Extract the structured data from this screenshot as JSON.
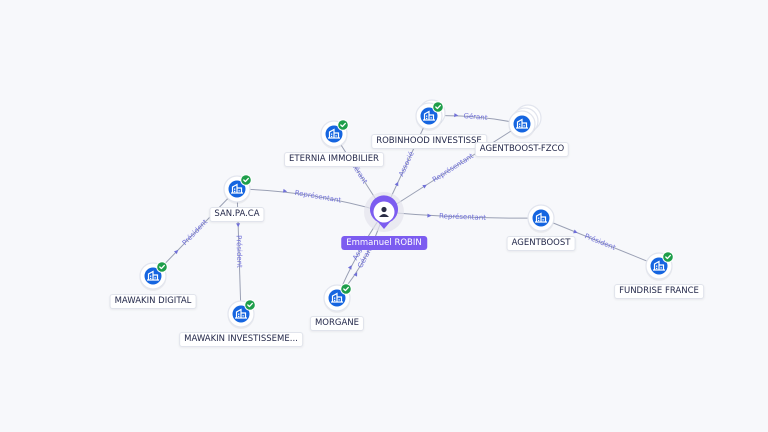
{
  "colors": {
    "company_node": "#1565e0",
    "person_node": "#7c5cf0",
    "verified_badge": "#1e9e4a",
    "edge_label": "#7070d8",
    "edge_line": "#9aa0b4",
    "background": "#f7f8fb"
  },
  "person": {
    "label": "Emmanuel ROBIN",
    "icon": "person-icon"
  },
  "companies": [
    {
      "id": "robinhood",
      "label": "ROBINHOOD INVESTISSE",
      "icon": "building-icon",
      "verified": true
    },
    {
      "id": "agentboost-fzco",
      "label": "AGENTBOOST-FZCO",
      "icon": "building-icon",
      "verified": false
    },
    {
      "id": "eternia",
      "label": "ETERNIA IMMOBILIER",
      "icon": "building-icon",
      "verified": true
    },
    {
      "id": "sanpaca",
      "label": "SAN.PA.CA",
      "icon": "building-icon",
      "verified": true
    },
    {
      "id": "agentboost",
      "label": "AGENTBOOST",
      "icon": "building-icon",
      "verified": false
    },
    {
      "id": "mawakin-digital",
      "label": "MAWAKIN DIGITAL",
      "icon": "building-icon",
      "verified": true
    },
    {
      "id": "mawakin-invest",
      "label": "MAWAKIN INVESTISSEME...",
      "icon": "building-icon",
      "verified": true
    },
    {
      "id": "morgane",
      "label": "MORGANE",
      "icon": "building-icon",
      "verified": true
    },
    {
      "id": "fundrise",
      "label": "FUNDRISE FRANCE",
      "icon": "building-icon",
      "verified": true
    }
  ],
  "relations": [
    {
      "from": "person",
      "to": "eternia",
      "label": "Gérant"
    },
    {
      "from": "person",
      "to": "robinhood",
      "label": "Associé"
    },
    {
      "from": "person",
      "to": "agentboost-fzco",
      "label": "Représentant"
    },
    {
      "from": "robinhood",
      "to": "agentboost-fzco",
      "label": "Gérant"
    },
    {
      "from": "person",
      "to": "sanpaca",
      "label": "Représentant"
    },
    {
      "from": "person",
      "to": "agentboost",
      "label": "Représentant"
    },
    {
      "from": "person",
      "to": "morgane",
      "label": "Associé"
    },
    {
      "from": "person",
      "to": "morgane",
      "label": "Gérant"
    },
    {
      "from": "sanpaca",
      "to": "mawakin-digital",
      "label": "Président"
    },
    {
      "from": "sanpaca",
      "to": "mawakin-invest",
      "label": "Président"
    },
    {
      "from": "agentboost",
      "to": "fundrise",
      "label": "Président"
    }
  ]
}
